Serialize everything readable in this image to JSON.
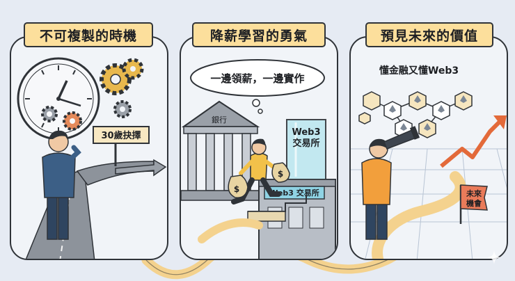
{
  "panels": [
    {
      "title": "不可複製的時機",
      "sign": "30歲抉擇"
    },
    {
      "title": "降薪學習的勇氣",
      "thought": "一邊領薪，一邊實作",
      "bank_label": "銀行",
      "exchange_label": "Web3\n交易所",
      "exchange_label_line1": "Web3",
      "exchange_label_line2": "交易所",
      "building_sign": "Web3 交易所"
    },
    {
      "title": "預見未來的價值",
      "caption": "懂金融又懂Web3",
      "flag_line1": "未來",
      "flag_line2": "機會"
    }
  ],
  "colors": {
    "title_bg": "#fcdf9c",
    "panel_bg": "#f1f4f8",
    "outline": "#2f3338",
    "path": "#f4d28e",
    "suit": "#3c5f86",
    "shirt": "#f2c14a",
    "trend": "#e36a3a"
  },
  "icons": [
    "clock-icon",
    "gear-icon",
    "road-arrow-icon",
    "bank-icon",
    "money-bag-icon",
    "ethereum-icon",
    "telescope-icon",
    "trend-arrow-icon",
    "flag-icon",
    "sparkle-icon"
  ]
}
